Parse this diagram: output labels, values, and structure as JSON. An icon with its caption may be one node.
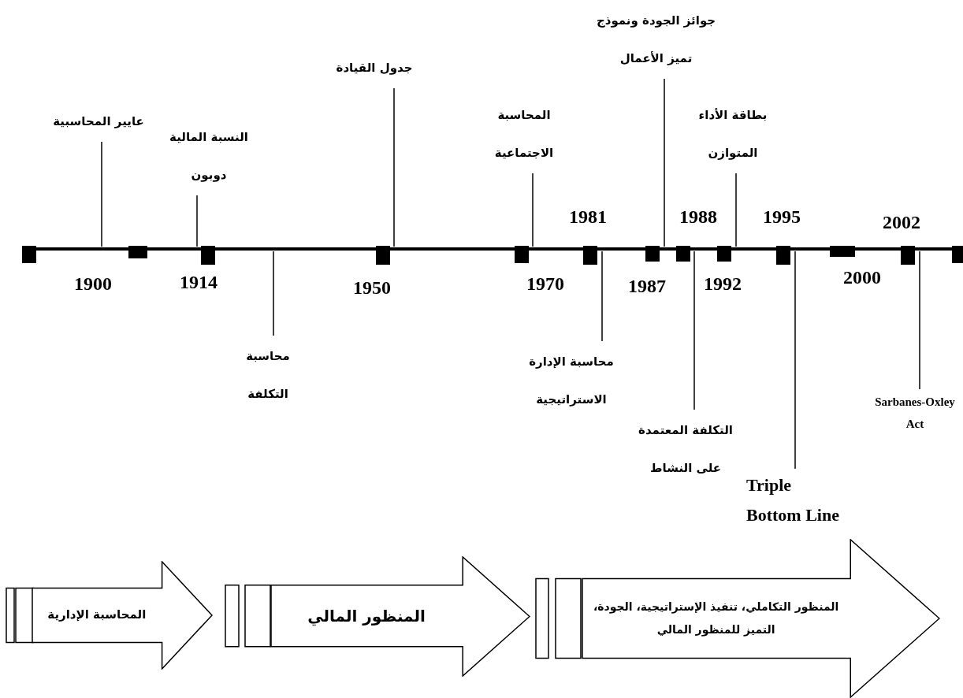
{
  "diagram": {
    "nodes": [
      {
        "text": [
          "عايير المحاسبية"
        ]
      },
      {
        "text": [
          "النسبة المالية دوبون"
        ]
      },
      {
        "text": [
          "جدول القيادة"
        ]
      },
      {
        "text": [
          "المحاسبة الاجتماعية"
        ]
      },
      {
        "text": [
          "جوائز الجودة ونموذج تميز الأعمال"
        ]
      },
      {
        "text": [
          "بطاقة الأداء المتوازن"
        ]
      },
      {
        "text": [
          "محاسبة التكلفة"
        ]
      },
      {
        "text": [
          "محاسبة الإدارة الاستراتيجية"
        ]
      },
      {
        "text": [
          "التكلفة المعتمدة على النشاط"
        ]
      },
      {
        "text": [
          "Triple Bottom Line"
        ]
      },
      {
        "text": [
          "Sarbanes-Oxley Act"
        ]
      },
      {
        "text": [
          "المحاسبة الإدارية"
        ]
      },
      {
        "text": [
          "المنظور المالي"
        ]
      },
      {
        "text": [
          "المنظور التكاملي، تنفيذ الإستراتيجية، الجودة، التميز للمنظور المالي"
        ]
      }
    ],
    "edges": [
      {
        "from": 0,
        "to": null,
        "arrow": "none"
      },
      {
        "from": 1,
        "to": null,
        "arrow": "none"
      },
      {
        "from": 2,
        "to": null,
        "arrow": "none"
      },
      {
        "from": 3,
        "to": null,
        "arrow": "none"
      },
      {
        "from": 4,
        "to": null,
        "arrow": "none"
      },
      {
        "from": 5,
        "to": null,
        "arrow": "none"
      },
      {
        "from": 6,
        "to": null,
        "arrow": "none"
      },
      {
        "from": 7,
        "to": null,
        "arrow": "none"
      },
      {
        "from": 8,
        "to": null,
        "arrow": "none"
      },
      {
        "from": 9,
        "to": null,
        "arrow": "none"
      },
      {
        "from": 10,
        "to": null,
        "arrow": "none"
      }
    ],
    "labels": [
      "1900",
      "1914",
      "1950",
      "1970",
      "1981",
      "1987",
      "1988",
      "1992",
      "1995",
      "2000",
      "2002"
    ]
  }
}
